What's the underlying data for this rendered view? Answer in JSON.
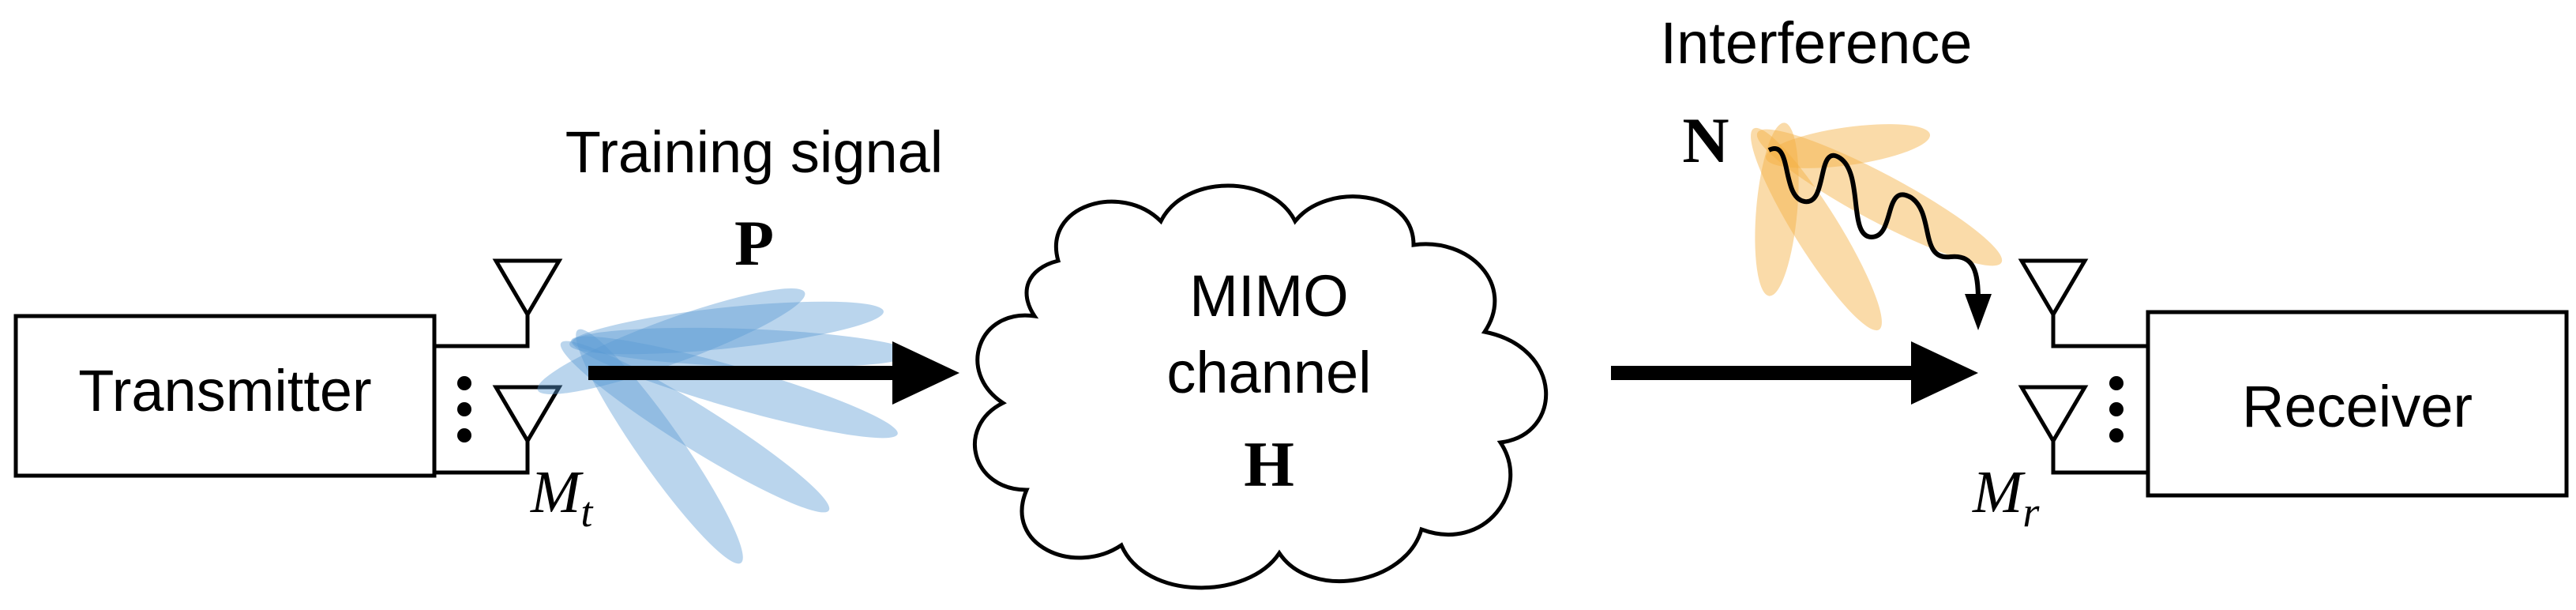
{
  "transmitter": {
    "label": "Transmitter",
    "antenna_count_label": "M",
    "antenna_count_sub": "t"
  },
  "receiver": {
    "label": "Receiver",
    "antenna_count_label": "M",
    "antenna_count_sub": "r"
  },
  "training_signal": {
    "label": "Training signal",
    "symbol": "P"
  },
  "channel": {
    "line1": "MIMO",
    "line2": "channel",
    "symbol": "H"
  },
  "interference": {
    "label": "Interference",
    "symbol": "N"
  },
  "colors": {
    "stroke": "#000000",
    "tx_beam": "#5b9bd5",
    "interference_beam": "#f5b041",
    "background": "#ffffff"
  }
}
